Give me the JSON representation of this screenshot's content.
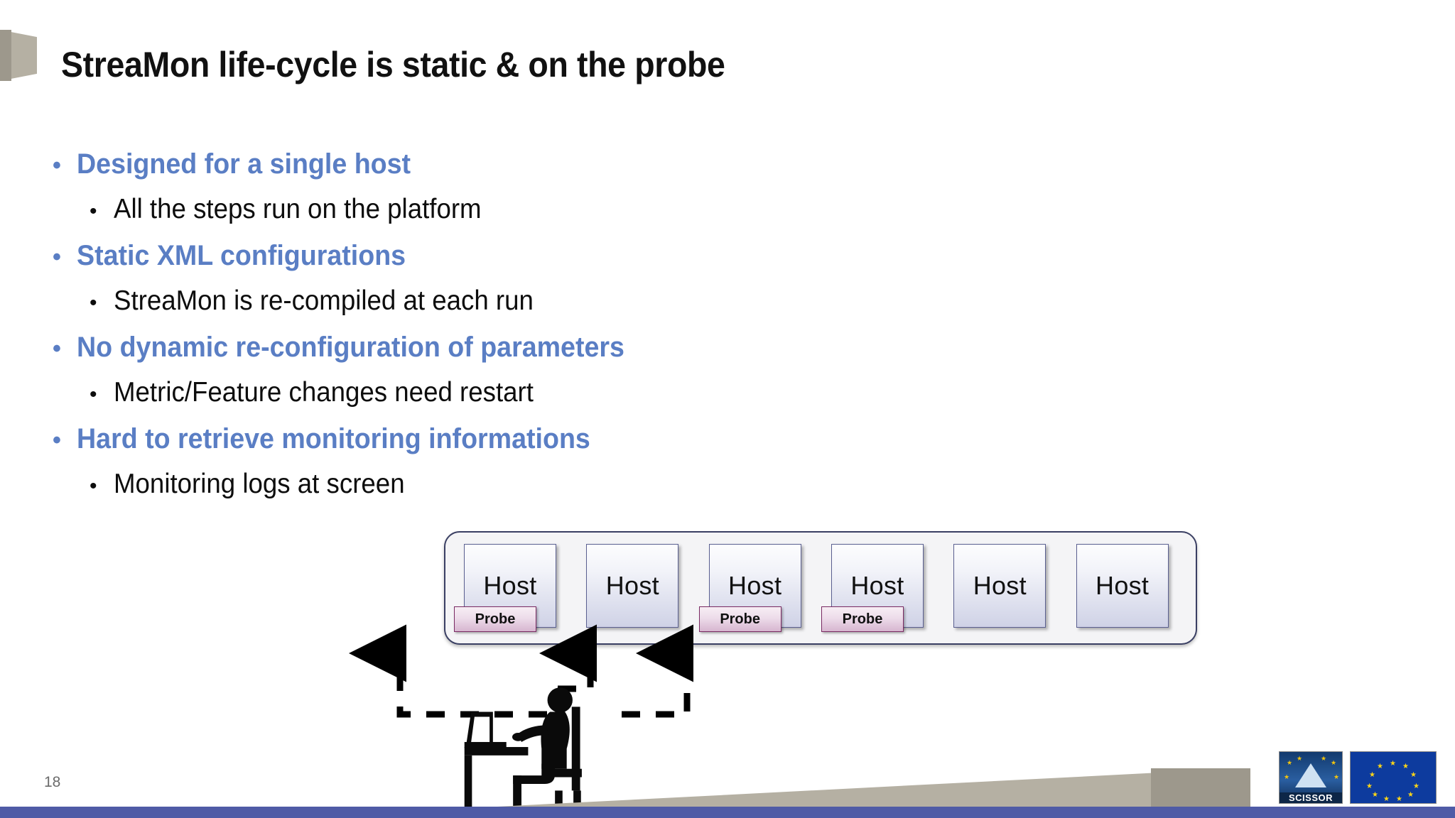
{
  "slide": {
    "title": "StreaMon life-cycle is static & on the probe",
    "page_number": "18",
    "accent_color": "#5a7ec4",
    "title_color": "#111111",
    "bottom_bar_color": "#4f5ba6",
    "decor_color": "#b5b0a3"
  },
  "bullets": [
    {
      "level": 1,
      "text": "Designed for a single host"
    },
    {
      "level": 2,
      "text": "All the steps run on the platform"
    },
    {
      "level": 1,
      "text": "Static XML configurations"
    },
    {
      "level": 2,
      "text": "StreaMon is re-compiled at each run"
    },
    {
      "level": 1,
      "text": "No dynamic re-configuration of parameters"
    },
    {
      "level": 2,
      "text": "Metric/Feature changes need restart"
    },
    {
      "level": 1,
      "text": "Hard to retrieve monitoring informations"
    },
    {
      "level": 2,
      "text": "Monitoring logs at screen"
    }
  ],
  "diagram": {
    "cluster_label": "",
    "host_label": "Host",
    "probe_label": "Probe",
    "hosts": [
      {
        "label": "Host",
        "has_probe": true
      },
      {
        "label": "Host",
        "has_probe": false
      },
      {
        "label": "Host",
        "has_probe": true
      },
      {
        "label": "Host",
        "has_probe": true
      },
      {
        "label": "Host",
        "has_probe": false
      },
      {
        "label": "Host",
        "has_probe": false
      }
    ],
    "host_fill": "#cfd2e6",
    "host_border": "#5a5f90",
    "probe_fill": "#d7b6d0",
    "probe_border": "#7a2a63",
    "connector_style": "dashed",
    "connector_color": "#000000",
    "actor": "person-at-laptop"
  },
  "logos": {
    "scissor": "SCISSOR",
    "eu": "european-union-flag"
  }
}
